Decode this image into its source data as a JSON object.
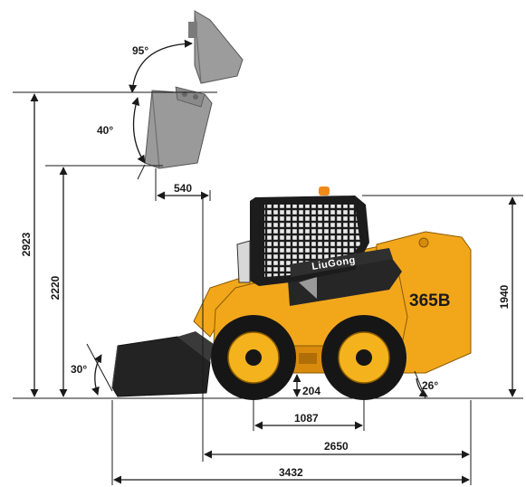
{
  "model": "365B",
  "brand": "LiuGong",
  "dimensions": {
    "dump_angle": "95°",
    "rollback_angle": "40°",
    "overall_height_raised": "2923",
    "hinge_pin_height": "2220",
    "dump_reach": "540",
    "height_to_cab": "1940",
    "ground_angle": "30°",
    "ground_clearance": "204",
    "wheelbase": "1087",
    "departure_angle": "26°",
    "length_without_bucket": "2650",
    "length_with_bucket": "3432"
  },
  "colors": {
    "body": "#f2a71b",
    "body_shade": "#d88a0c",
    "cab": "#1c1c1c",
    "bucket": "#9a9a9a",
    "bucket_lowered": "#232323",
    "tire": "#161616",
    "rim": "#f4b31d",
    "beacon": "#f28a1a"
  }
}
